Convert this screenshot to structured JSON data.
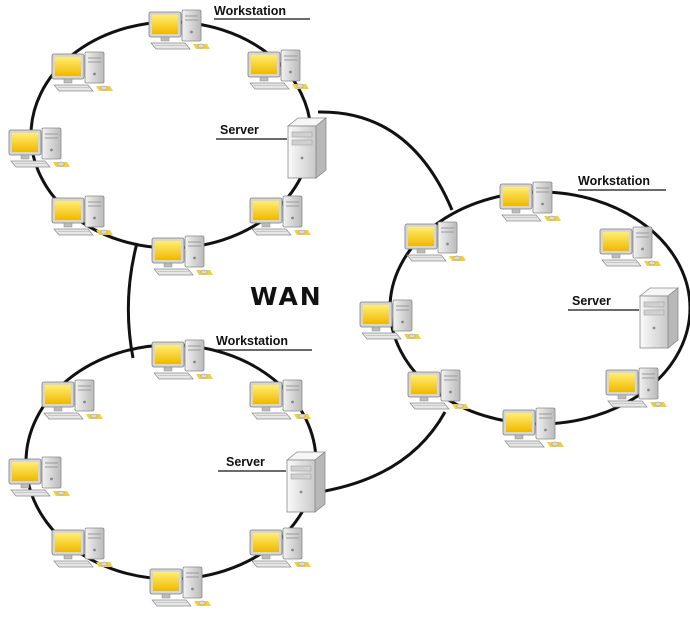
{
  "wan_label": "WAN",
  "networks": [
    {
      "name": "network-top-left",
      "workstation_label": "Workstation",
      "server_label": "Server"
    },
    {
      "name": "network-right",
      "workstation_label": "Workstation",
      "server_label": "Server"
    },
    {
      "name": "network-bottom-left",
      "workstation_label": "Workstation",
      "server_label": "Server"
    }
  ],
  "colors": {
    "link": "#111111",
    "screen": "#f5c400",
    "screen_highlight": "#ffee70",
    "computer_body": "#d4d4d4",
    "computer_edge": "#8a8a8a",
    "server_body": "#e4e4e4",
    "background": "#ffffff"
  },
  "icons": {
    "workstation": "desktop-computer-icon",
    "server": "tower-server-icon"
  }
}
